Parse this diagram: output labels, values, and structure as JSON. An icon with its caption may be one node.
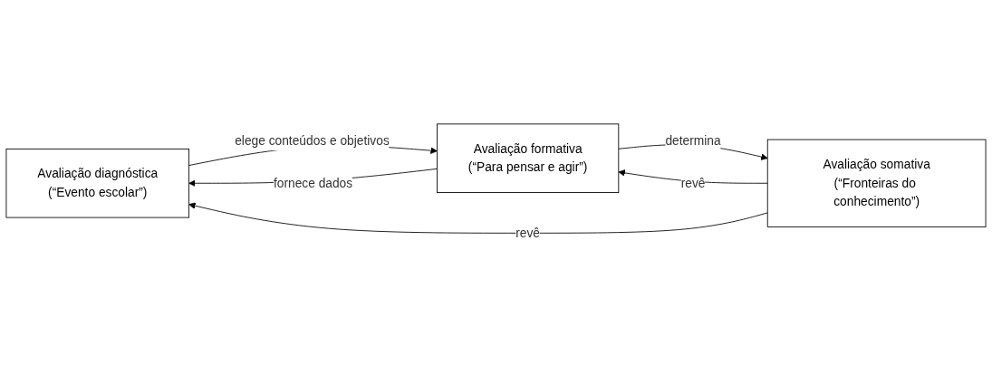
{
  "diagram": {
    "nodes": [
      {
        "text": [
          "Avaliação diagnóstica",
          "(“Evento escolar”)"
        ]
      },
      {
        "text": [
          "Avaliação formativa",
          "(“Para pensar e agir”)"
        ]
      },
      {
        "text": [
          "Avaliação somativa",
          "(“Fronteiras do conhecimento”)"
        ]
      }
    ],
    "edges": [
      {
        "from": 0,
        "to": 1,
        "arrow": "to",
        "label": "elege conteúdos e objetivos"
      },
      {
        "from": 1,
        "to": 0,
        "arrow": "to",
        "label": "fornece dados"
      },
      {
        "from": 1,
        "to": 2,
        "arrow": "to",
        "label": "determina"
      },
      {
        "from": 2,
        "to": 1,
        "arrow": "to",
        "label": "revê"
      },
      {
        "from": 2,
        "to": 0,
        "arrow": "to",
        "label": "revê"
      }
    ]
  }
}
